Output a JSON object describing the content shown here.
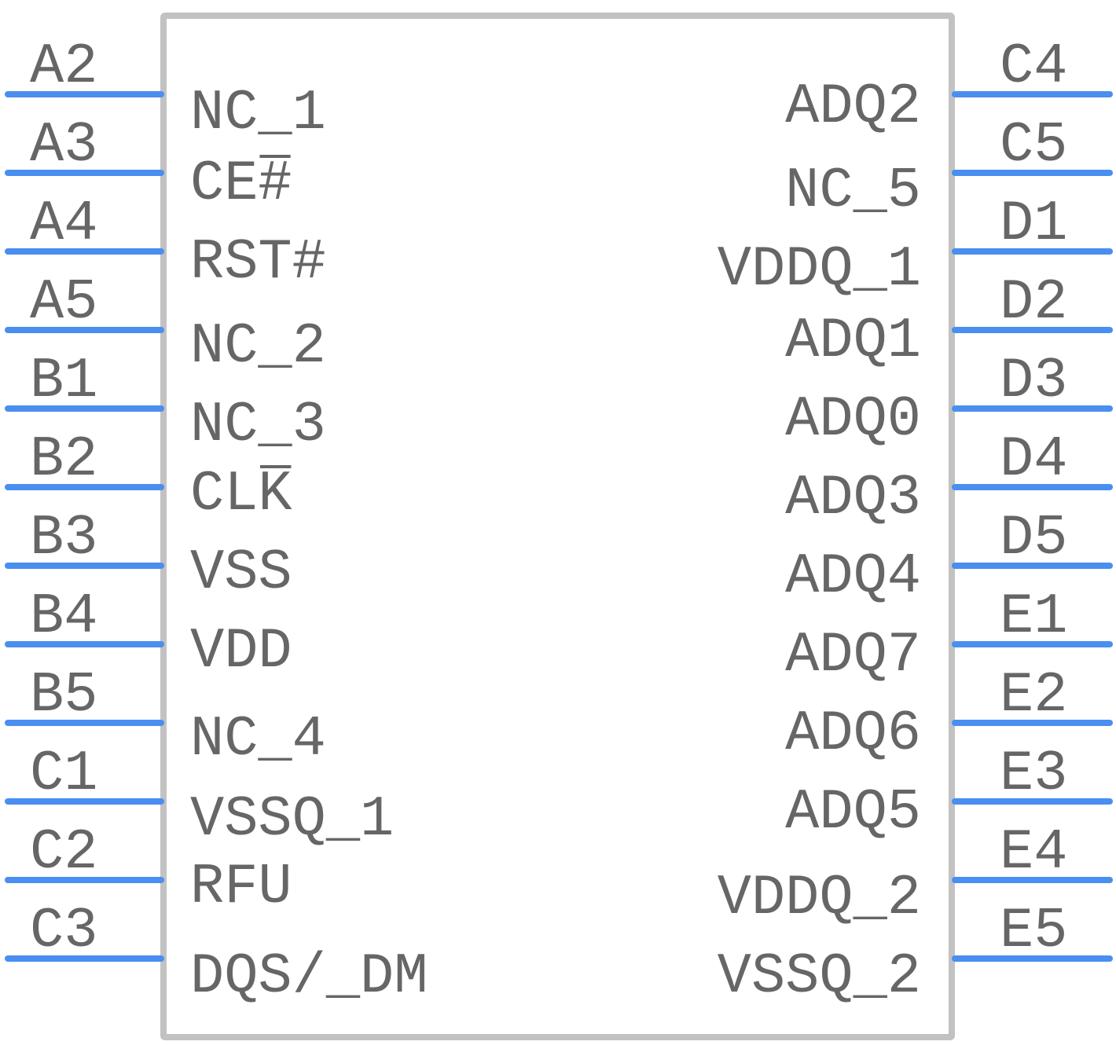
{
  "colors": {
    "pin": "#4a8ef0",
    "body": "#c2c2c2",
    "text": "#666666"
  },
  "left_pins": [
    {
      "number": "A2",
      "name": "NC_1"
    },
    {
      "number": "A3",
      "name": "CE#"
    },
    {
      "number": "A4",
      "name": "RST#"
    },
    {
      "number": "A5",
      "name": "NC_2"
    },
    {
      "number": "B1",
      "name": "NC_3"
    },
    {
      "number": "B2",
      "name": "CLK"
    },
    {
      "number": "B3",
      "name": "VSS"
    },
    {
      "number": "B4",
      "name": "VDD"
    },
    {
      "number": "B5",
      "name": "NC_4"
    },
    {
      "number": "C1",
      "name": "VSSQ_1"
    },
    {
      "number": "C2",
      "name": "RFU"
    },
    {
      "number": "C3",
      "name": "DQS/_DM"
    }
  ],
  "right_pins": [
    {
      "number": "C4",
      "name": "ADQ2"
    },
    {
      "number": "C5",
      "name": "NC_5"
    },
    {
      "number": "D1",
      "name": "VDDQ_1"
    },
    {
      "number": "D2",
      "name": "ADQ1"
    },
    {
      "number": "D3",
      "name": "ADQ0"
    },
    {
      "number": "D4",
      "name": "ADQ3"
    },
    {
      "number": "D5",
      "name": "ADQ4"
    },
    {
      "number": "E1",
      "name": "ADQ7"
    },
    {
      "number": "E2",
      "name": "ADQ6"
    },
    {
      "number": "E3",
      "name": "ADQ5"
    },
    {
      "number": "E4",
      "name": "VDDQ_2"
    },
    {
      "number": "E5",
      "name": "VSSQ_2"
    }
  ]
}
